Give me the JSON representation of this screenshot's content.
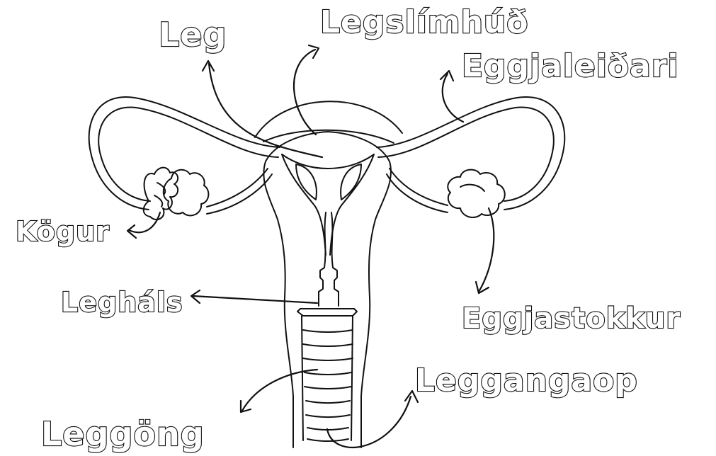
{
  "labels": {
    "leg": "Leg",
    "legslimhud": "Legslímhúð",
    "eggjaleidari": "Eggjaleiðari",
    "kogur": "Kögur",
    "leghals": "Legháls",
    "eggjastokkur": "Eggjastokkur",
    "leggangaop": "Leggangaop",
    "leggong": "Leggöng"
  },
  "colors": {
    "outline": "#111111",
    "background": "#ffffff",
    "label_fill": "#ffffff"
  }
}
